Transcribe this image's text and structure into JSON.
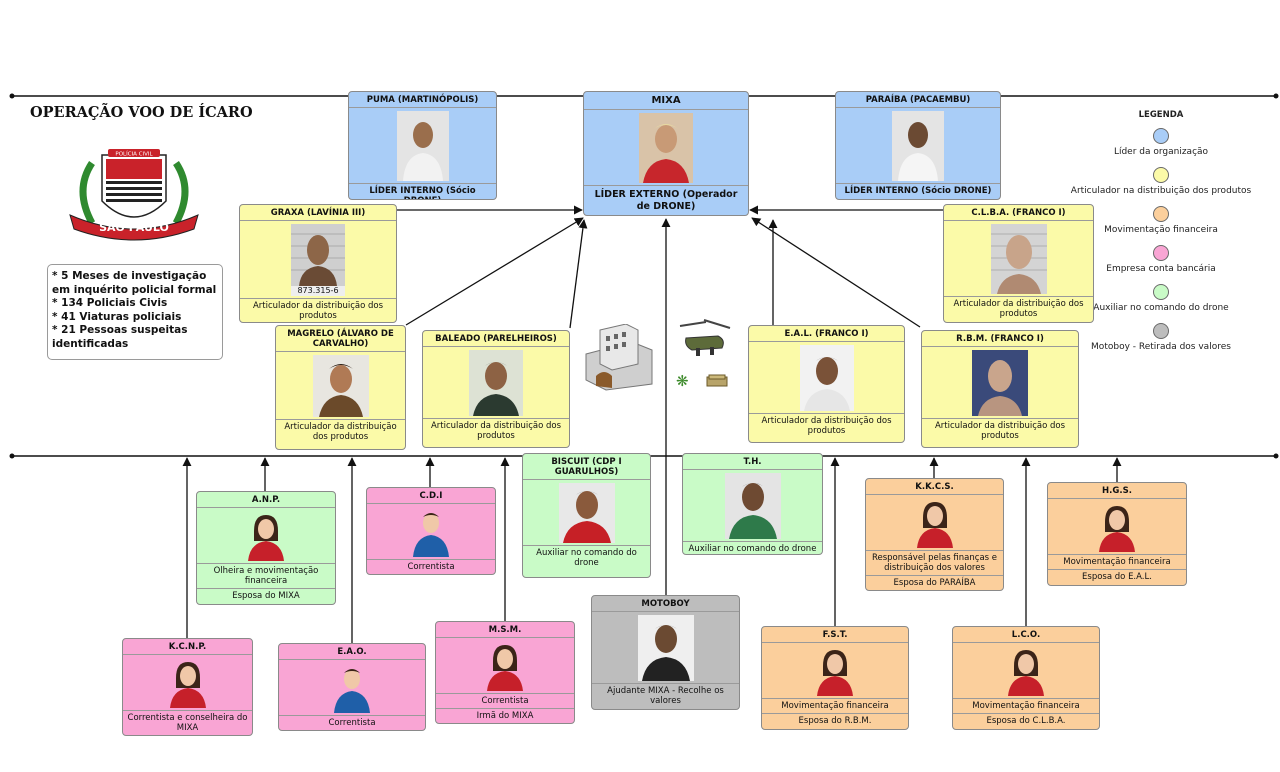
{
  "title": "OPERAÇÃO VOO DE ÍCARO",
  "emblem": {
    "top_text": "POLÍCIA CIVIL",
    "banner_text": "SÃO PAULO"
  },
  "info_lines": [
    "* 5 Meses de investigação em inquérito policial formal",
    "* 134 Policiais Civis",
    "* 41 Viaturas policiais",
    "* 21 Pessoas suspeitas identificadas"
  ],
  "legend": {
    "title": "LEGENDA",
    "items": [
      {
        "label": "Líder da organização",
        "color": "#a9cdf7"
      },
      {
        "label": "Articulador na distribuição dos produtos",
        "color": "#fbfaa8"
      },
      {
        "label": "Movimentação financeira",
        "color": "#fbcf9c"
      },
      {
        "label": "Empresa conta bancária",
        "color": "#f9a5d4"
      },
      {
        "label": "Auxiliar no comando do drone",
        "color": "#c9fbc7"
      },
      {
        "label": "Motoboy - Retirada dos valores",
        "color": "#bdbdbd"
      }
    ]
  },
  "cards": {
    "puma": {
      "name": "PUMA (MARTINÓPOLIS)",
      "role": "LÍDER INTERNO (Sócio DRONE)",
      "photo": "mugshot-photo"
    },
    "mixa": {
      "name": "MIXA",
      "role": "LÍDER EXTERNO (Operador de DRONE)",
      "photo": "male-photo"
    },
    "paraiba": {
      "name": "PARAÍBA (PACAEMBU)",
      "role": "LÍDER INTERNO (Sócio DRONE)",
      "photo": "mugshot-photo"
    },
    "graxa": {
      "name": "GRAXA (LAVÍNIA III)",
      "role": "Articulador da distribuição dos produtos",
      "photo": "mugshot-photo",
      "number": "873.315-6"
    },
    "clba": {
      "name": "C.L.B.A. (FRANCO I)",
      "role": "Articulador da distribuição dos produtos",
      "photo": "mugshot-photo"
    },
    "magrelo": {
      "name": "MAGRELO (ÁLVARO DE CARVALHO)",
      "role": "Articulador da distribuição dos produtos",
      "photo": "male-photo"
    },
    "baleado": {
      "name": "BALEADO (PARELHEIROS)",
      "role": "Articulador da distribuição dos produtos",
      "photo": "male-photo"
    },
    "eal": {
      "name": "E.A.L. (FRANCO I)",
      "role": "Articulador da distribuição dos produtos",
      "photo": "male-photo"
    },
    "rbm": {
      "name": "R.B.M. (FRANCO I)",
      "role": "Articulador da distribuição dos produtos",
      "photo": "mugshot-photo"
    },
    "anp": {
      "name": "A.N.P.",
      "role": "Olheira e movimentação financeira",
      "extra": "Esposa do MIXA",
      "photo": "female-avatar"
    },
    "cdi": {
      "name": "C.D.I",
      "role": "Correntista",
      "photo": "male-avatar"
    },
    "biscuit": {
      "name": "BISCUIT (CDP I GUARULHOS)",
      "role": "Auxiliar no comando do drone",
      "photo": "male-photo"
    },
    "th": {
      "name": "T.H.",
      "role": "Auxiliar no comando do drone",
      "photo": "male-photo"
    },
    "kkcs": {
      "name": "K.K.C.S.",
      "role": "Responsável pelas finanças e distribuição dos valores",
      "extra": "Esposa do PARAÍBA",
      "photo": "female-avatar"
    },
    "hgs": {
      "name": "H.G.S.",
      "role": "Movimentação financeira",
      "extra": "Esposa do E.A.L.",
      "photo": "female-avatar"
    },
    "kcnp": {
      "name": "K.C.N.P.",
      "role": "Correntista e conselheira do MIXA",
      "photo": "female-avatar"
    },
    "eao": {
      "name": "E.A.O.",
      "role": "Correntista",
      "photo": "male-avatar"
    },
    "msm": {
      "name": "M.S.M.",
      "role": "Correntista",
      "extra": "Irmã do MIXA",
      "photo": "female-avatar"
    },
    "motoboy": {
      "name": "MOTOBOY",
      "role": "Ajudante MIXA - Recolhe os valores",
      "photo": "male-photo"
    },
    "fst": {
      "name": "F.S.T.",
      "role": "Movimentação financeira",
      "extra": "Esposa do R.B.M.",
      "photo": "female-avatar"
    },
    "lco": {
      "name": "L.C.O.",
      "role": "Movimentação financeira",
      "extra": "Esposa do C.L.B.A.",
      "photo": "female-avatar"
    }
  },
  "decorations": [
    "prison-icon",
    "helicopter-drone-icon",
    "cannabis-icon",
    "cash-icon"
  ]
}
